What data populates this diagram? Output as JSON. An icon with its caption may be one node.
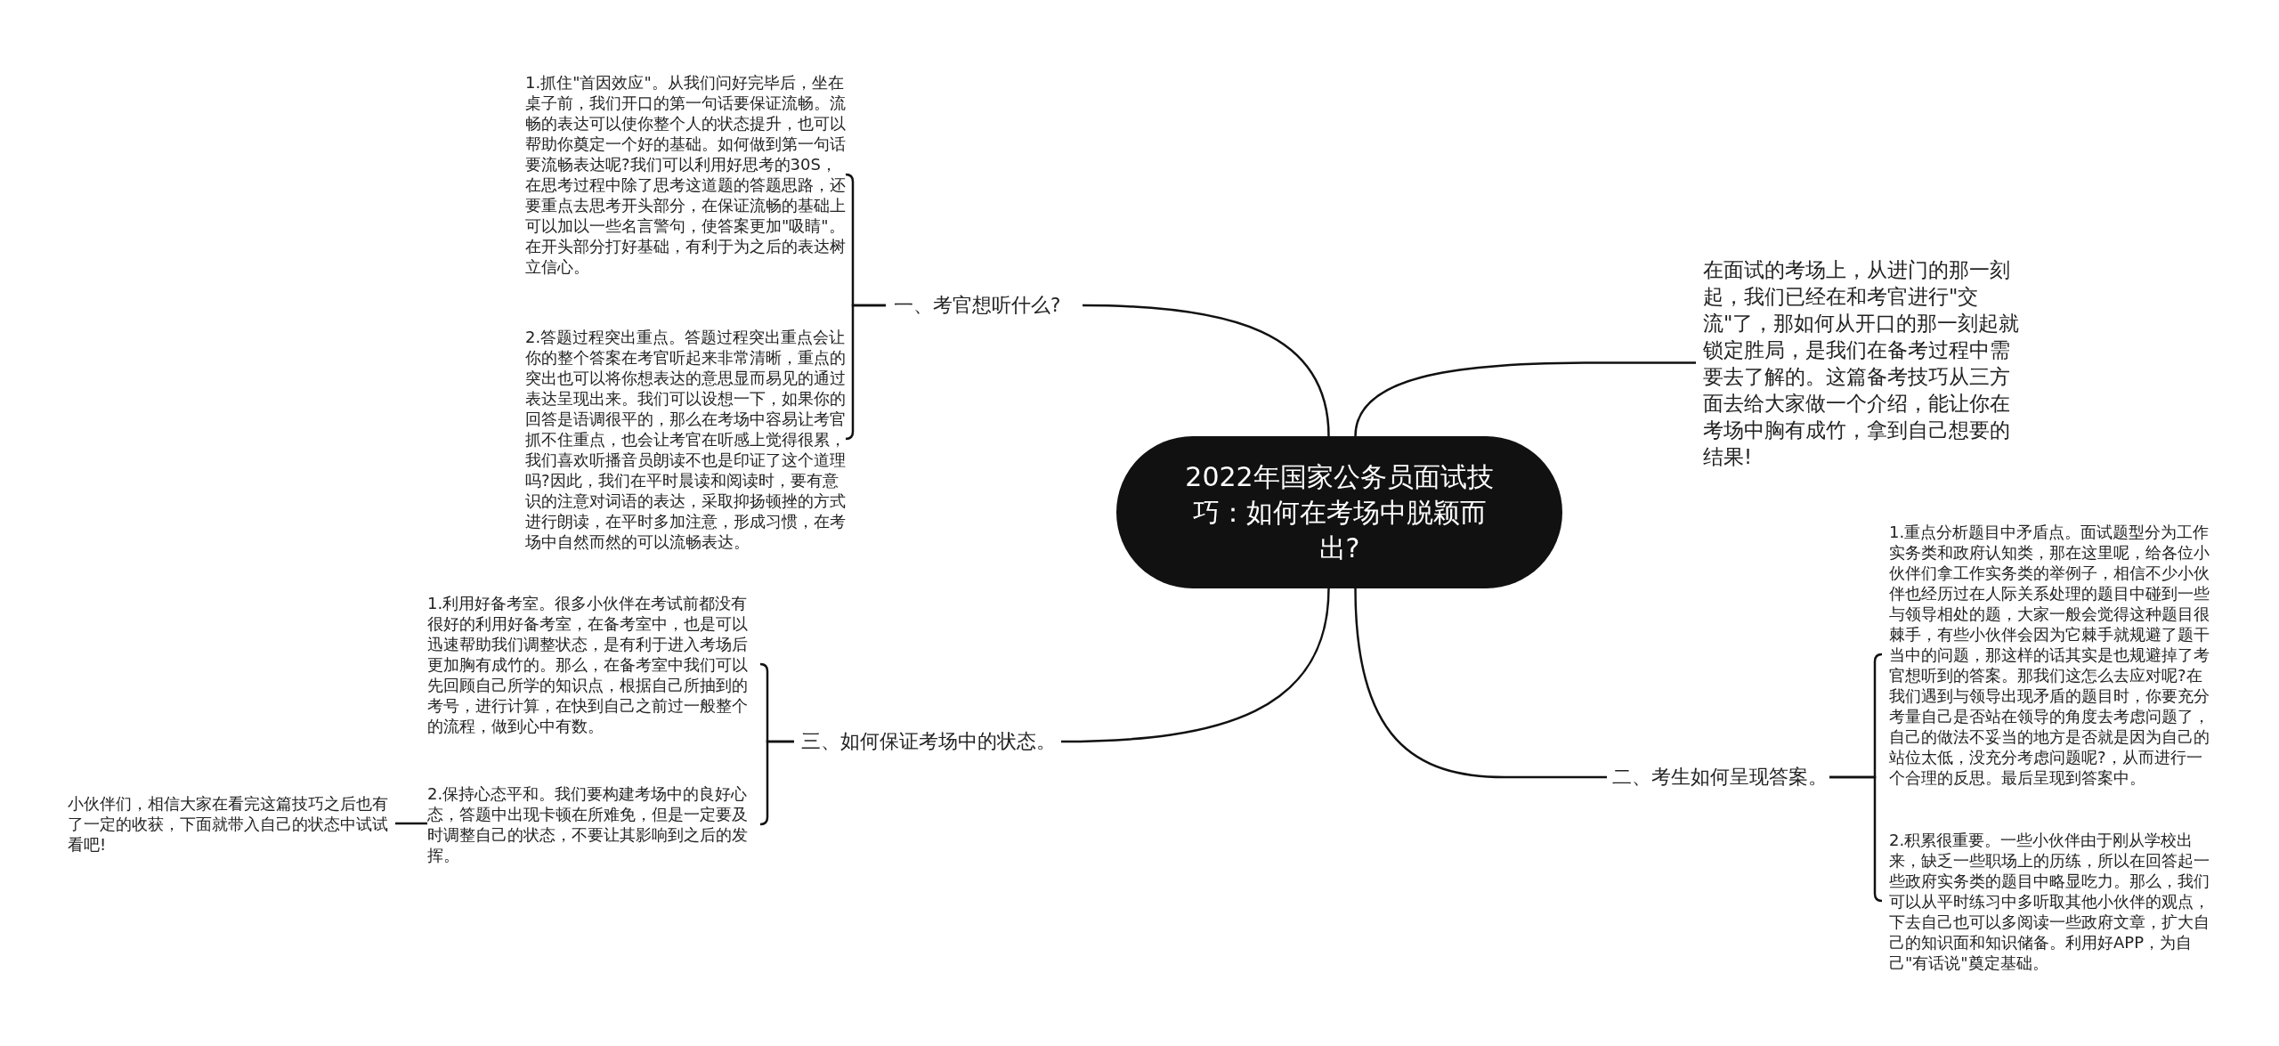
{
  "diagram": {
    "nodes": [
      {
        "text": [
          "2022年国家公务员面试技巧：如何在考场中脱颖而出?"
        ]
      },
      {
        "text": [
          "一、考官想听什么?"
        ]
      },
      {
        "text": [
          "1.抓住\"首因效应\"。从我们问好完毕后，坐在桌子前，我们开口的第一句话要保证流畅。流畅的表达可以使你整个人的状态提升，也可以帮助你奠定一个好的基础。如何做到第一句话要流畅表达呢?我们可以利用好思考的30S，在思考过程中除了思考这道题的答题思路，还要重点去思考开头部分，在保证流畅的基础上可以加以一些名言警句，使答案更加\"吸睛\"。在开头部分打好基础，有利于为之后的表达树立信心。"
        ]
      },
      {
        "text": [
          "2.答题过程突出重点。答题过程突出重点会让你的整个答案在考官听起来非常清晰，重点的突出也可以将你想表达的意思显而易见的通过表达呈现出来。我们可以设想一下，如果你的回答是语调很平的，那么在考场中容易让考官抓不住重点，也会让考官在听感上觉得很累，我们喜欢听播音员朗读不也是印证了这个道理吗?因此，我们在平时晨读和阅读时，要有意识的注意对词语的表达，采取抑扬顿挫的方式进行朗读，在平时多加注意，形成习惯，在考场中自然而然的可以流畅表达。"
        ]
      },
      {
        "text": [
          "在面试的考场上，从进门的那一刻起，我们已经在和考官进行\"交流\"了，那如何从开口的那一刻起就锁定胜局，是我们在备考过程中需要去了解的。这篇备考技巧从三方面去给大家做一个介绍，能让你在考场中胸有成竹，拿到自己想要的结果!"
        ]
      },
      {
        "text": [
          "二、考生如何呈现答案。"
        ]
      },
      {
        "text": [
          "1.重点分析题目中矛盾点。面试题型分为工作实务类和政府认知类，那在这里呢，给各位小伙伴们拿工作实务类的举例子，相信不少小伙伴也经历过在人际关系处理的题目中碰到一些与领导相处的题，大家一般会觉得这种题目很棘手，有些小伙伴会因为它棘手就规避了题干当中的问题，那这样的话其实是也规避掉了考官想听到的答案。那我们这怎么去应对呢?在我们遇到与领导出现矛盾的题目时，你要充分考量自己是否站在领导的角度去考虑问题了，自己的做法不妥当的地方是否就是因为自己的站位太低，没充分考虑问题呢?，从而进行一个合理的反思。最后呈现到答案中。"
        ]
      },
      {
        "text": [
          "2.积累很重要。一些小伙伴由于刚从学校出来，缺乏一些职场上的历练，所以在回答起一些政府实务类的题目中略显吃力。那么，我们可以从平时练习中多听取其他小伙伴的观点，下去自己也可以多阅读一些政府文章，扩大自己的知识面和知识储备。利用好APP，为自己\"有话说\"奠定基础。"
        ]
      },
      {
        "text": [
          "三、如何保证考场中的状态。"
        ]
      },
      {
        "text": [
          "1.利用好备考室。很多小伙伴在考试前都没有很好的利用好备考室，在备考室中，也是可以迅速帮助我们调整状态，是有利于进入考场后更加胸有成竹的。那么，在备考室中我们可以先回顾自己所学的知识点，根据自己所抽到的考号，进行计算，在快到自己之前过一般整个的流程，做到心中有数。"
        ]
      },
      {
        "text": [
          "2.保持心态平和。我们要构建考场中的良好心态，答题中出现卡顿在所难免，但是一定要及时调整自己的状态，不要让其影响到之后的发挥。"
        ]
      },
      {
        "text": [
          "小伙伴们，相信大家在看完这篇技巧之后也有了一定的收获，下面就带入自己的状态中试试看吧!"
        ]
      }
    ],
    "edges": [
      {
        "from": 0,
        "to": 1,
        "arrow": "none"
      },
      {
        "from": 1,
        "to": 2,
        "arrow": "none"
      },
      {
        "from": 1,
        "to": 3,
        "arrow": "none"
      },
      {
        "from": 0,
        "to": 4,
        "arrow": "none"
      },
      {
        "from": 0,
        "to": 5,
        "arrow": "none"
      },
      {
        "from": 5,
        "to": 6,
        "arrow": "none"
      },
      {
        "from": 5,
        "to": 7,
        "arrow": "none"
      },
      {
        "from": 0,
        "to": 8,
        "arrow": "none"
      },
      {
        "from": 8,
        "to": 9,
        "arrow": "none"
      },
      {
        "from": 8,
        "to": 10,
        "arrow": "none"
      },
      {
        "from": 10,
        "to": 11,
        "arrow": "none"
      }
    ]
  }
}
